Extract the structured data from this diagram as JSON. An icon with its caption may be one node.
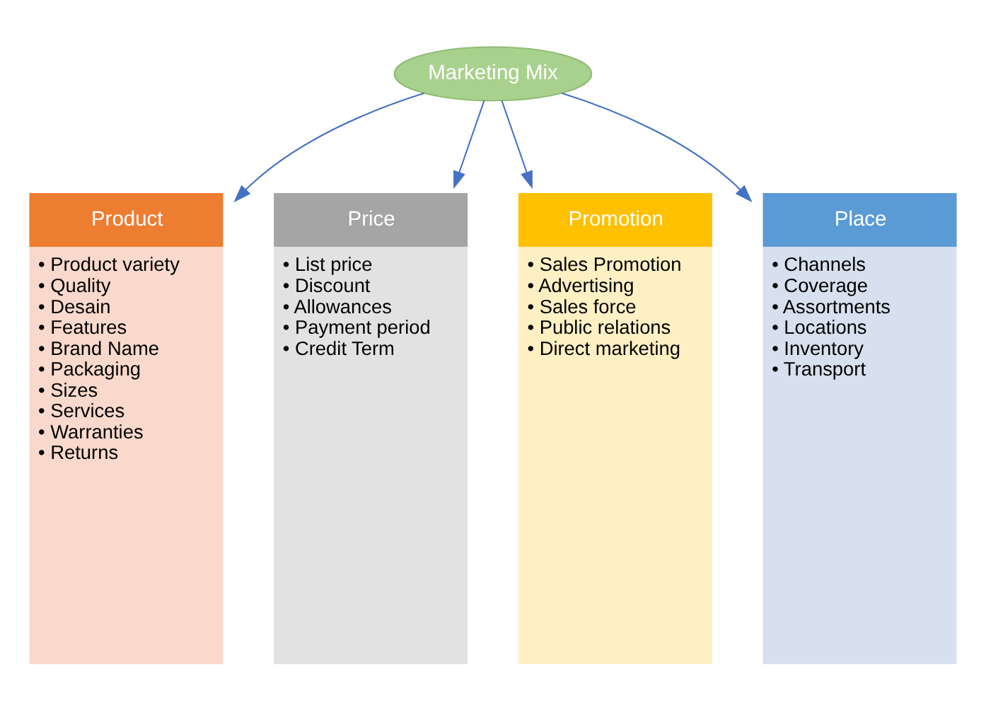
{
  "diagram": {
    "nodes": [
      {
        "text": [
          "Marketing Mix"
        ]
      },
      {
        "text": [
          "Product",
          "• Product variety",
          "• Quality",
          "• Desain",
          "• Features",
          "• Brand Name",
          "• Packaging",
          "• Sizes",
          "• Services",
          "• Warranties",
          "• Returns"
        ]
      },
      {
        "text": [
          "Price",
          "• List price",
          "• Discount",
          "• Allowances",
          "• Payment period",
          "• Credit Term"
        ]
      },
      {
        "text": [
          "Promotion",
          "• Sales Promotion",
          "• Advertising",
          "• Sales force",
          "• Public relations",
          "• Direct marketing"
        ]
      },
      {
        "text": [
          "Place",
          "• Channels",
          "• Coverage",
          "• Assortments",
          "• Locations",
          "• Inventory",
          "• Transport"
        ]
      }
    ],
    "edges": [
      {
        "from": 0,
        "to": 1,
        "arrow": "to"
      },
      {
        "from": 0,
        "to": 2,
        "arrow": "to"
      },
      {
        "from": 0,
        "to": 3,
        "arrow": "to"
      },
      {
        "from": 0,
        "to": 4,
        "arrow": "to"
      }
    ]
  }
}
